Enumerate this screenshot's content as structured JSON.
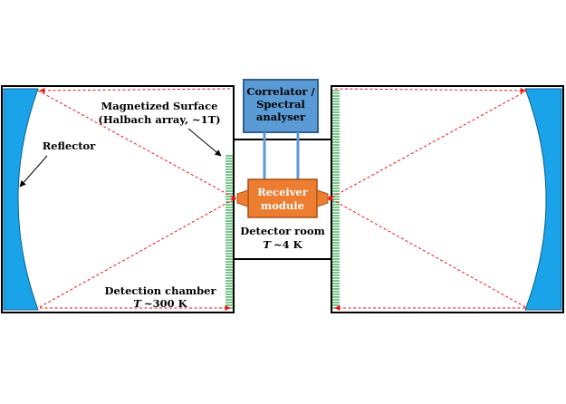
{
  "colors": {
    "reflector": "#1aa3e8",
    "correlator_box": "#5b9bd5",
    "receiver_box": "#ed7d31",
    "magnetized_surface": "#2ea84a",
    "beam": "#ee1111"
  },
  "labels": {
    "magnetized_surface": "Magnetized Surface",
    "halbach": "(Halbach array, ~1T)",
    "reflector": "Reflector",
    "correlator_line1": "Correlator /",
    "correlator_line2": "Spectral",
    "correlator_line3": "analyser",
    "receiver_line1": "Receiver",
    "receiver_line2": "module",
    "detector_room": "Detector room",
    "detector_temp_symbol": "T",
    "detector_temp_value": "~4 K",
    "detection_chamber": "Detection chamber",
    "chamber_temp_symbol": "T",
    "chamber_temp_value": "~300 K"
  }
}
